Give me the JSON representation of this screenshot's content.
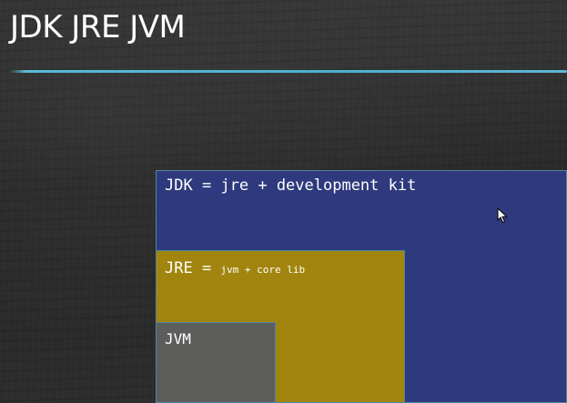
{
  "slide": {
    "title": "JDK JRE JVM"
  },
  "diagram": {
    "jdk": {
      "label": "JDK = jre + development kit",
      "color": "#2e3a7d"
    },
    "jre": {
      "term": "JRE = ",
      "description": "jvm + core lib",
      "color": "#a1850e"
    },
    "jvm": {
      "label": "JVM",
      "color": "#5d5e5c"
    },
    "accent": "#59b9d6"
  },
  "cursor": {
    "icon": "mouse-pointer-icon"
  }
}
